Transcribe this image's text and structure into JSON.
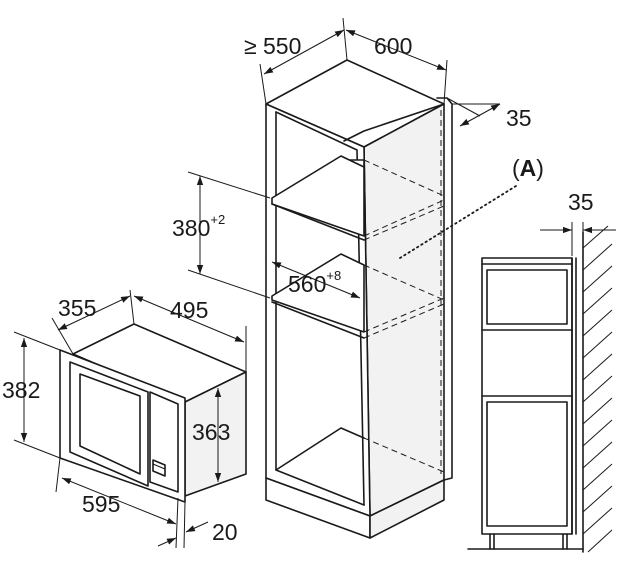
{
  "labels": {
    "cabinet_depth": "≥ 550",
    "cabinet_width": "600",
    "cabinet_back_gap": "35",
    "niche_height_value": "380",
    "niche_height_tol": "+2",
    "niche_width_value": "560",
    "niche_width_tol": "+8",
    "callout": "(A)",
    "side_gap": "35",
    "mw_depth": "355",
    "mw_width_top": "495",
    "mw_height": "382",
    "mw_body_height": "363",
    "mw_width": "595",
    "mw_frame_depth": "20"
  }
}
